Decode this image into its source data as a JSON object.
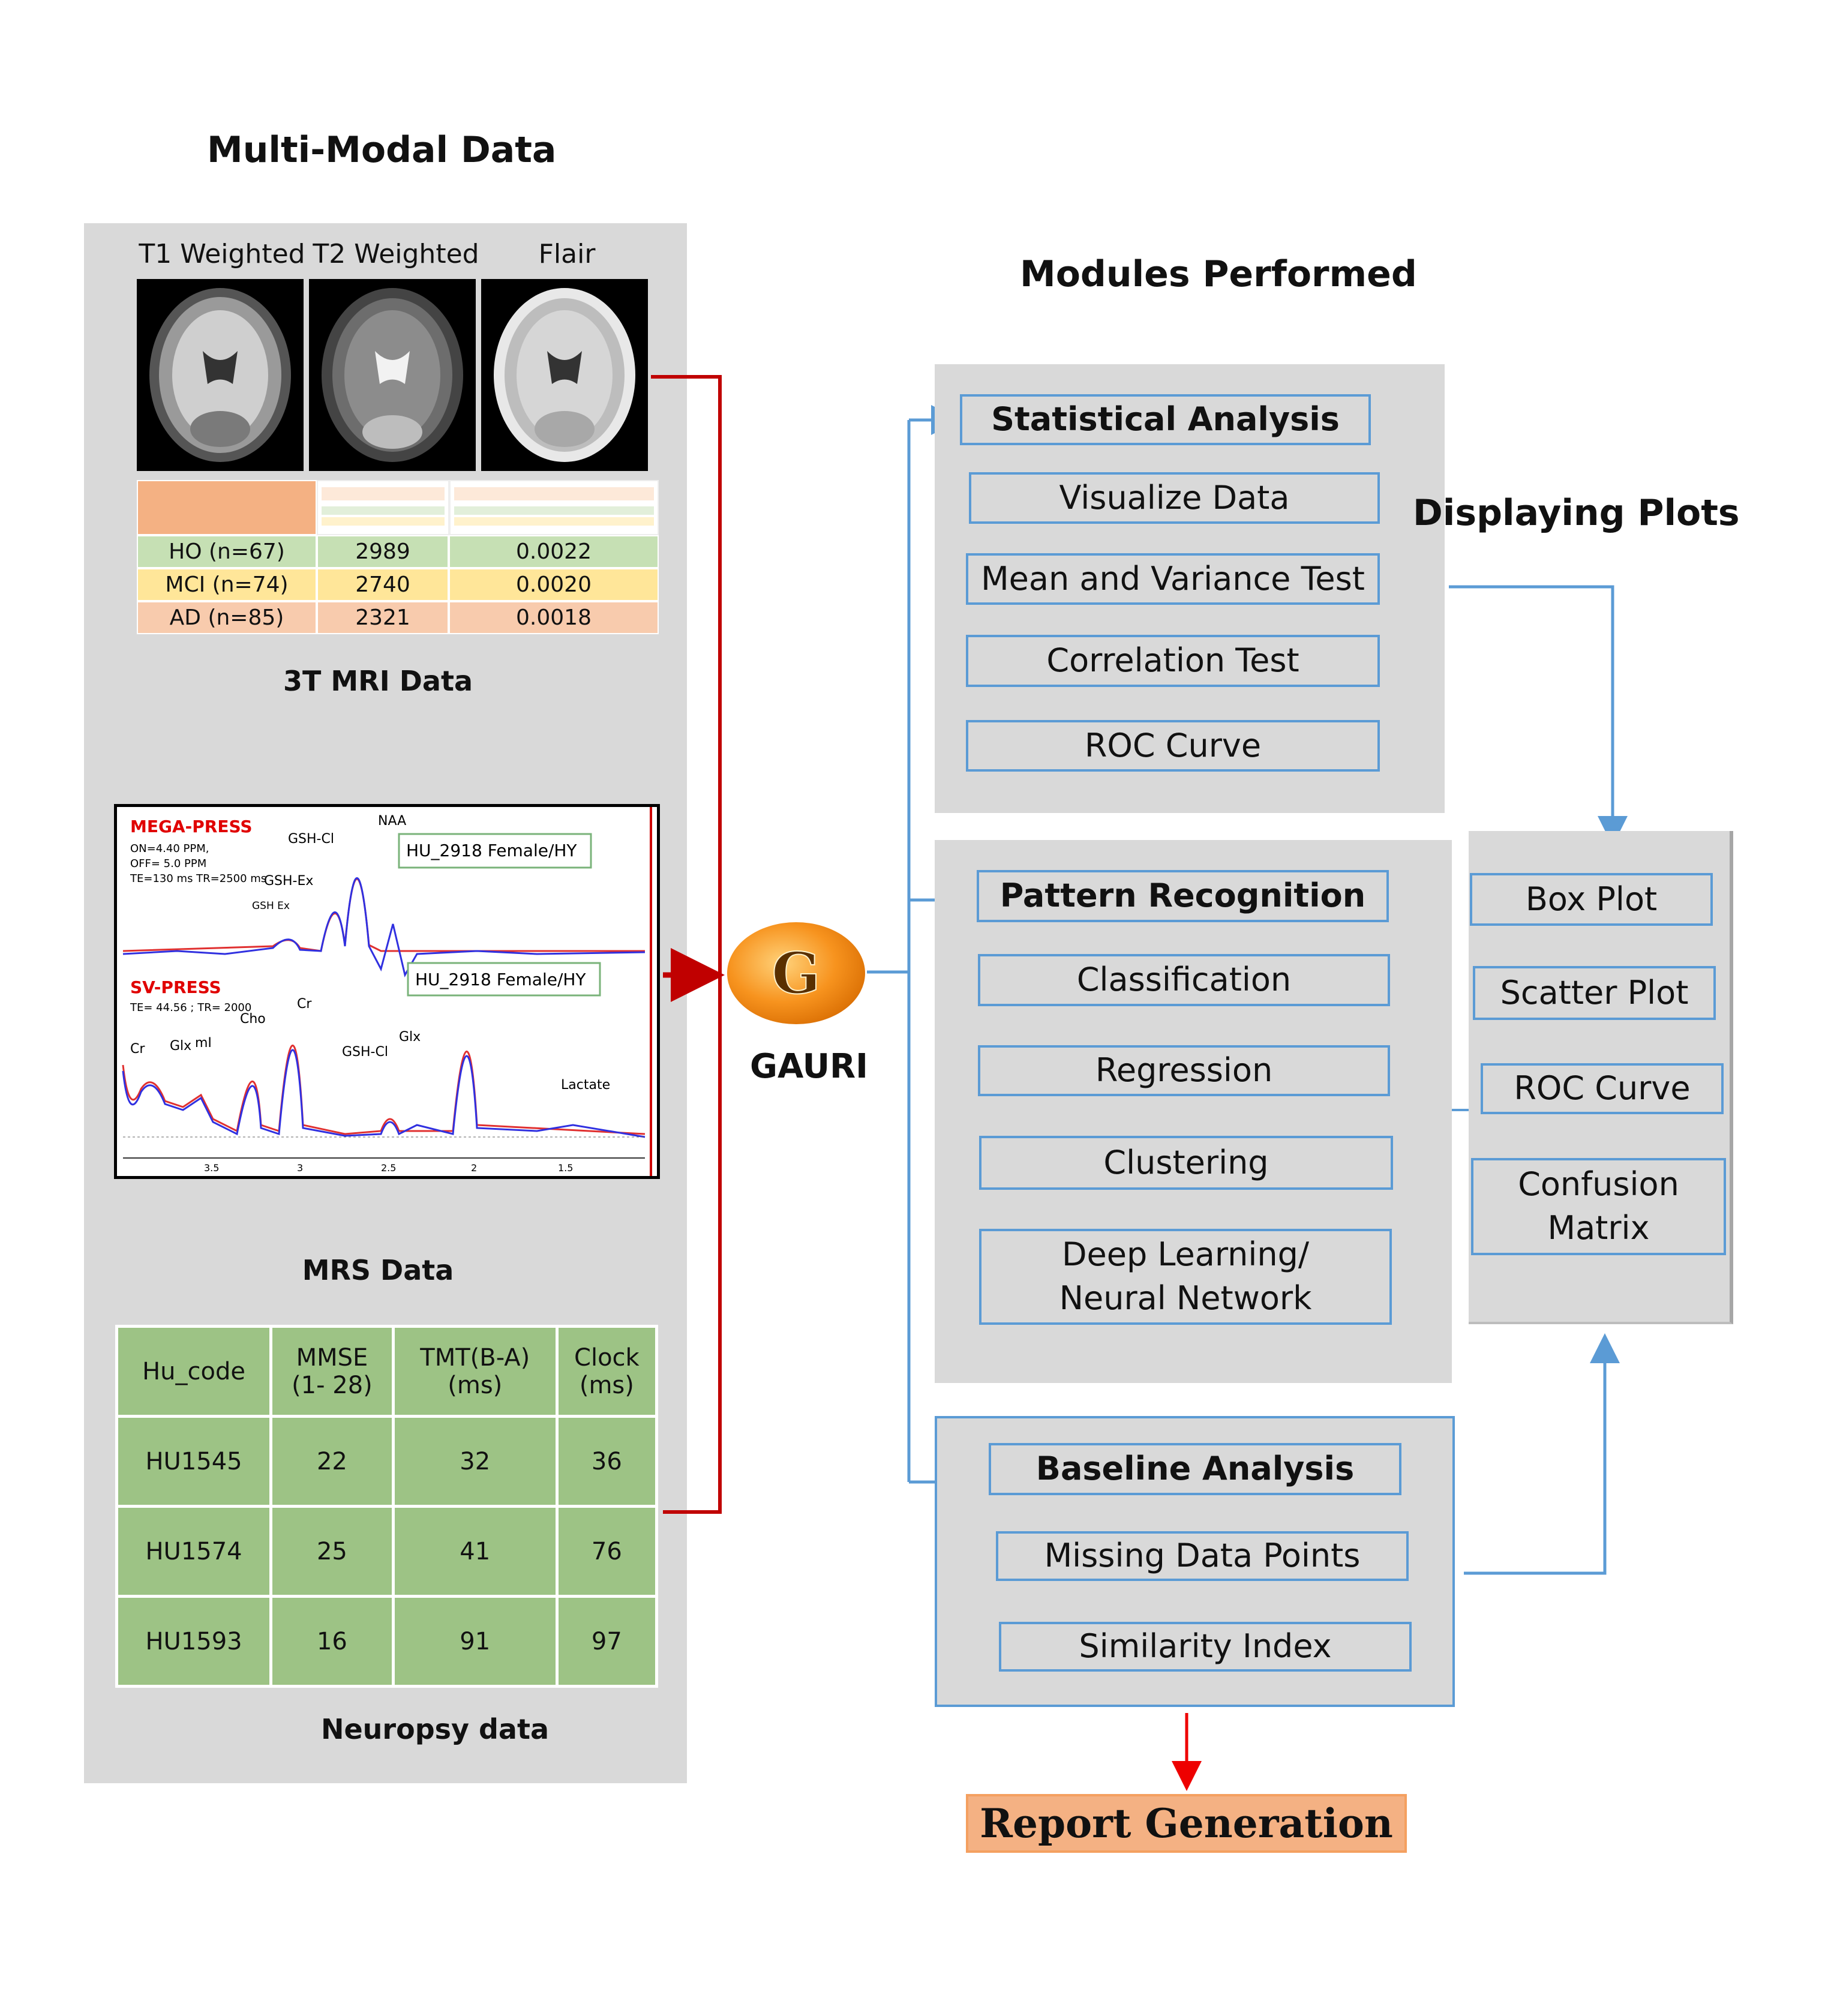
{
  "titles": {
    "multi_modal": "Multi-Modal Data",
    "modules": "Modules Performed",
    "displaying": "Displaying Plots"
  },
  "mri": {
    "labels": [
      "T1 Weighted",
      "T2 Weighted",
      "Flair"
    ],
    "caption": "3T MRI Data",
    "table_rows": [
      {
        "group": "HO (n=67)",
        "value": "2989",
        "ratio": "0.0022",
        "color": "#c6e0b4"
      },
      {
        "group": "MCI (n=74)",
        "value": "2740",
        "ratio": "0.0020",
        "color": "#ffe699"
      },
      {
        "group": "AD (n=85)",
        "value": "2321",
        "ratio": "0.0018",
        "color": "#f8cbad"
      }
    ]
  },
  "mrs": {
    "caption": "MRS Data",
    "mega_title": "MEGA-PRESS",
    "mega_params": [
      "ON=4.40 PPM,",
      "OFF= 5.0 PPM",
      "TE=130 ms TR=2500 ms"
    ],
    "mega_id": "HU_2918 Female/HY",
    "sv_title": "SV-PRESS",
    "sv_params": "TE= 44.56 ; TR= 2000",
    "sv_id": "HU_2918 Female/HY",
    "peaks_mega": [
      "GSH-Cl",
      "NAA",
      "GSH-Ex",
      "GSH Ex"
    ],
    "peaks_sv": [
      "Cr",
      "Glx",
      "mI",
      "Cho",
      "Cr",
      "GSH-Cl",
      "Glx",
      "Lactate"
    ],
    "axis_ticks": [
      "3.5",
      "3",
      "2.5",
      "2",
      "1.5"
    ]
  },
  "neuropsy": {
    "caption": "Neuropsy data",
    "headers": [
      "Hu_code",
      "MMSE\n(1- 28)",
      "TMT(B-A)\n(ms)",
      "Clock\n(ms)"
    ],
    "rows": [
      [
        "HU1545",
        "22",
        "32",
        "36"
      ],
      [
        "HU1574",
        "25",
        "41",
        "76"
      ],
      [
        "HU1593",
        "16",
        "91",
        "97"
      ]
    ]
  },
  "gauri": {
    "logo_letter": "G",
    "label": "GAURI"
  },
  "statistical": {
    "head": "Statistical Analysis",
    "items": [
      "Visualize Data",
      "Mean and Variance Test",
      "Correlation Test",
      "ROC Curve"
    ]
  },
  "pattern": {
    "head": "Pattern Recognition",
    "items": [
      "Classification",
      "Regression",
      "Clustering",
      "Deep Learning/ Neural Network"
    ]
  },
  "baseline": {
    "head": "Baseline Analysis",
    "items": [
      "Missing Data Points",
      "Similarity Index"
    ]
  },
  "plots": {
    "items": [
      "Box Plot",
      "Scatter Plot",
      "ROC Curve",
      "Confusion Matrix"
    ]
  },
  "report": "Report Generation",
  "colors": {
    "panel": "#d9d9d9",
    "box_border": "#5b9bd5",
    "red_arrow": "#c00000",
    "report_fill": "#f4b183",
    "neuro_green": "#9dc385"
  }
}
